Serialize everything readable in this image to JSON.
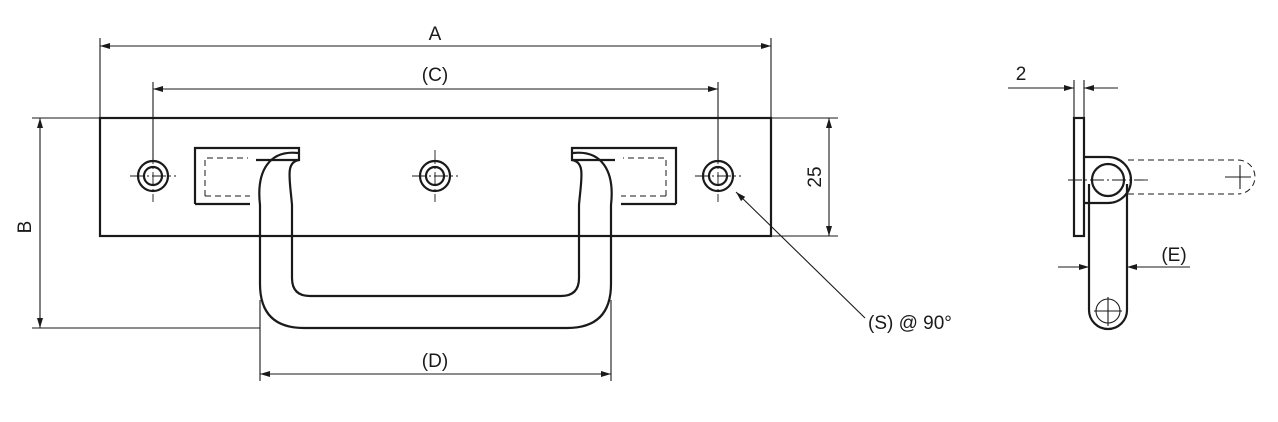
{
  "drawing": {
    "labels": {
      "a": "A",
      "b": "B",
      "c": "(C)",
      "d": "(D)",
      "e": "(E)",
      "s": "(S) @ 90°",
      "height_25": "25",
      "thickness_2": "2"
    }
  }
}
